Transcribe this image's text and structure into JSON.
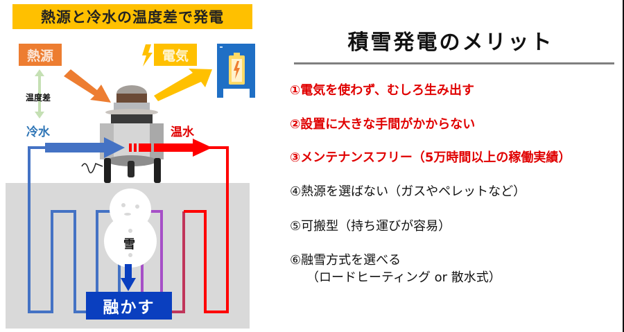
{
  "diagram": {
    "title": "熱源と冷水の温度差で発電",
    "heat_source_label": "熱源",
    "electricity_label": "電気",
    "temperature_difference_label": "温度差",
    "cold_water_label": "冷水",
    "hot_water_label": "温水",
    "snow_label": "雪",
    "melt_label": "融かす",
    "colors": {
      "banner": "#ffc000",
      "heat": "#ed7d31",
      "electricity": "#ffc000",
      "cold": "#4472c4",
      "hot": "#ff0000",
      "melt_box": "#0a3fbf",
      "ground": "#d9d9d9",
      "battery_panel": "#1f6fc5"
    }
  },
  "panel": {
    "title": "積雪発電のメリット",
    "merits": [
      {
        "text": "①電気を使わず、むしろ生み出す",
        "highlight": true
      },
      {
        "text": "②設置に大きな手間がかからない",
        "highlight": true
      },
      {
        "text": "③メンテナンスフリー（5万時間以上の稼働実績）",
        "highlight": true
      },
      {
        "text": "④熱源を選ばない（ガスやペレットなど）",
        "highlight": false
      },
      {
        "text": "⑤可搬型（持ち運びが容易）",
        "highlight": false
      },
      {
        "text": "⑥融雪方式を選べる",
        "highlight": false
      }
    ],
    "merit6_sub": "（ロードヒーティング or 散水式）",
    "highlight_color": "#e00000"
  }
}
